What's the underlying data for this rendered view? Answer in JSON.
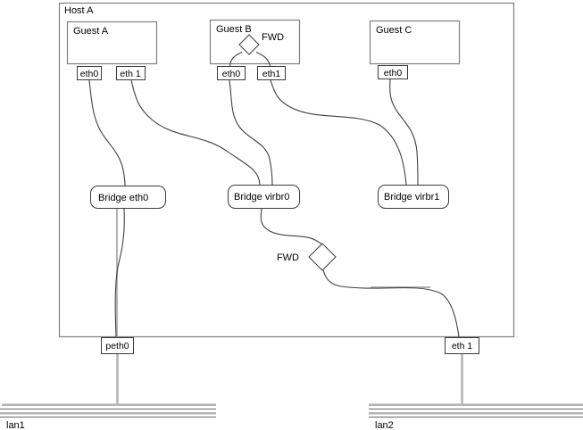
{
  "diagram": {
    "host": {
      "label": "Host A"
    },
    "guests": [
      {
        "label": "Guest A",
        "ports": {
          "p0": "eth0",
          "p1": "eth 1"
        }
      },
      {
        "label": "Guest B",
        "ports": {
          "p0": "eth0",
          "p1": "eth1"
        },
        "fwd_label": "FWD"
      },
      {
        "label": "Guest C",
        "ports": {
          "p0": "eth0"
        }
      }
    ],
    "bridges": {
      "b0": {
        "label": "Bridge eth0"
      },
      "b1": {
        "label": "Bridge virbr0"
      },
      "b2": {
        "label": "Bridge virbr1"
      }
    },
    "forwarder": {
      "label": "FWD"
    },
    "host_ports": {
      "left": "peth0",
      "right": "eth 1"
    },
    "lans": {
      "left": "lan1",
      "right": "lan2"
    },
    "colors": {
      "container_border": "#7f7f7f",
      "node_border": "#3a3a3a",
      "connector": "#404040",
      "lan_thick": "#b3b3b3",
      "lan_thin": "#666666"
    }
  }
}
